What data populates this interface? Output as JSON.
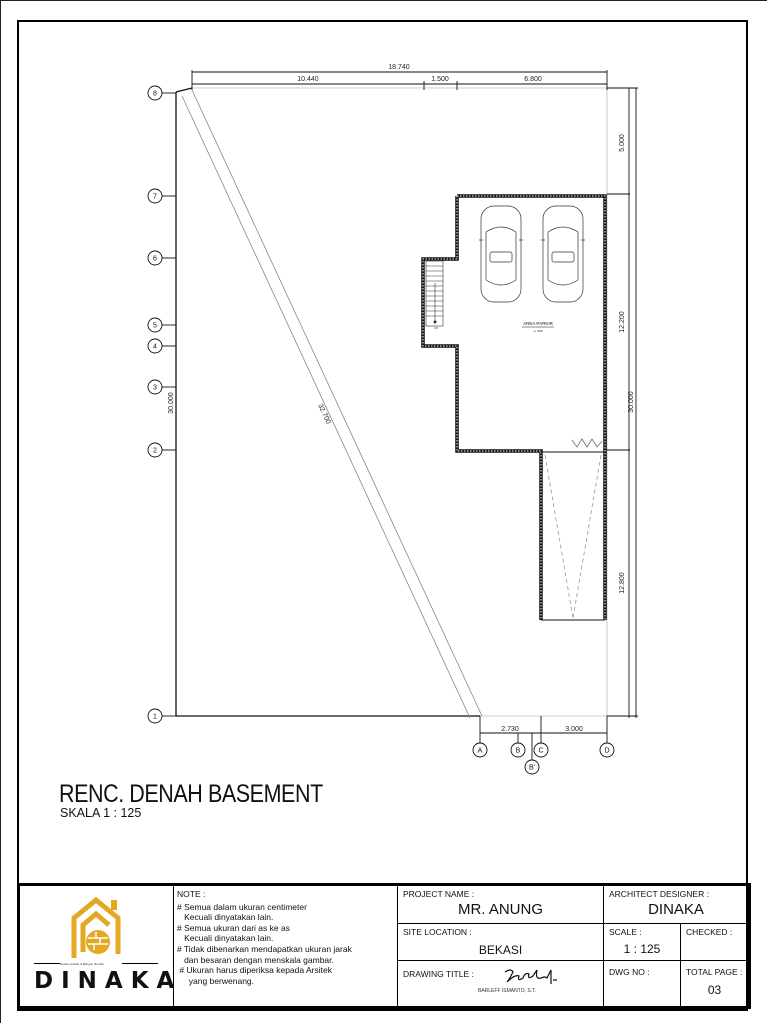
{
  "drawing": {
    "title": "RENC. DENAH BASEMENT",
    "scale_caption": "SKALA 1  :  125",
    "top_dimensions": {
      "overall": "18.740",
      "segments": [
        "10.440",
        "1.500",
        "6.800"
      ]
    },
    "right_dimensions": {
      "segments": [
        "5.000",
        "12.200",
        "12.800"
      ],
      "overall": "30.000"
    },
    "left_dimension": "30.000",
    "diagonal_dimension": "32.700",
    "bottom_dimensions": [
      "2.730",
      "3.000"
    ],
    "row_grid_labels": [
      "8",
      "7",
      "6",
      "5",
      "4",
      "3",
      "2",
      "1"
    ],
    "column_grid_labels": [
      "A",
      "B",
      "B'",
      "C",
      "D"
    ],
    "room_label": "AREA PARKIR",
    "room_level": "+/- ±000",
    "stair_label": "UP"
  },
  "title_block": {
    "logo": {
      "brand": "DINAKA",
      "tagline": "Desain Arsitek & Bangun Rumah",
      "accent_color": "#E5A823"
    },
    "note": {
      "heading": "NOTE :",
      "lines": [
        "# Semua dalam ukuran centimeter",
        "   Kecuali dinyatakan lain.",
        "# Semua ukuran dari as ke as",
        "   Kecuali dinyatakan lain.",
        "# Tidak dibenarkan mendapatkan ukuran jarak",
        "   dan besaran dengan menskala gambar.",
        " # Ukuran harus diperiksa kepada Arsitek",
        "     yang berwenang."
      ]
    },
    "project_name": {
      "label": "PROJECT NAME :",
      "value": "MR. ANUNG"
    },
    "architect_designer": {
      "label": "ARCHITECT DESIGNER :",
      "value": "DINAKA"
    },
    "site_location": {
      "label": "SITE LOCATION :",
      "value": "BEKASI"
    },
    "scale": {
      "label": "SCALE :",
      "value": "1 : 125"
    },
    "checked": {
      "label": "CHECKED :",
      "value": ""
    },
    "drawing_title": {
      "label": "DRAWING TITLE :",
      "signatory": "BARLEFF ISMANTO, S.T."
    },
    "dwg_no": {
      "label": "DWG NO :",
      "value": ""
    },
    "total_page": {
      "label": "TOTAL PAGE :",
      "value": "03"
    }
  }
}
